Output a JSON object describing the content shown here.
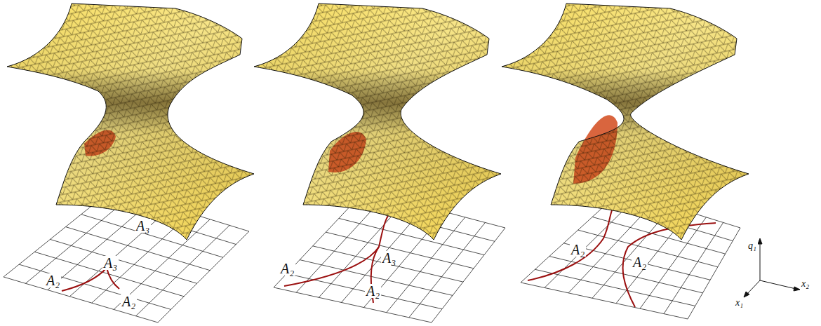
{
  "diagram": {
    "labels": [
      "A₃",
      "A₃",
      "A₂",
      "A₂",
      "A₂",
      "A₃",
      "A₂",
      "A₂",
      "A₂",
      "q₁",
      "x₂",
      "x₁"
    ]
  }
}
